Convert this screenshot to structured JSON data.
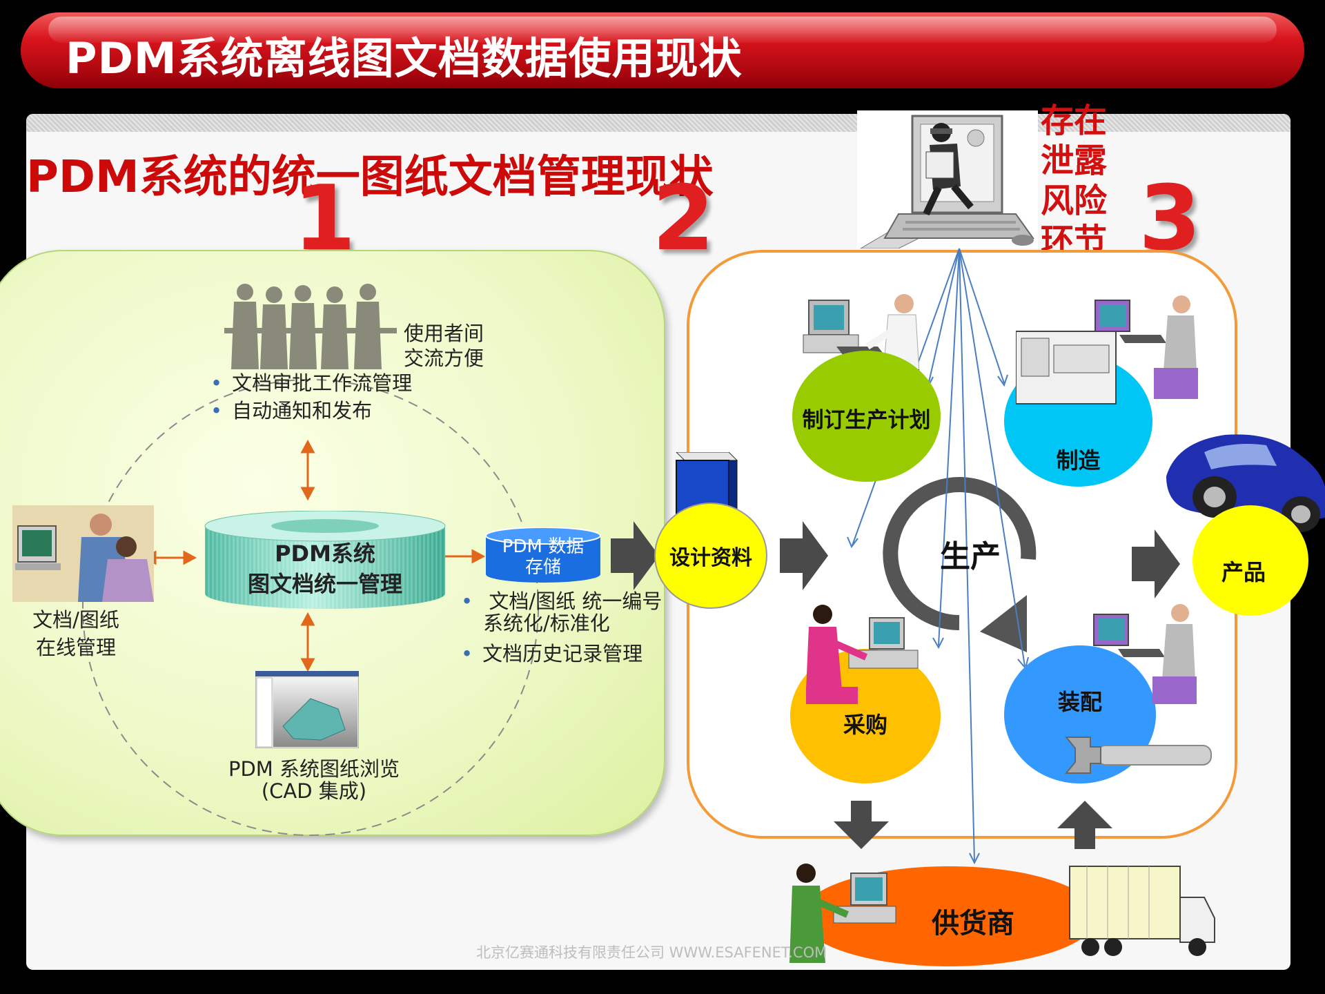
{
  "page_title": "PDM系统离线图文档数据使用现状",
  "subtitle": "PDM系统的统一图纸文档管理现状",
  "risk_text": "存在\n泄露\n风险\n环节",
  "numbers": [
    "1",
    "2",
    "3"
  ],
  "left_panel": {
    "users_text": [
      "使用者间",
      "交流方便"
    ],
    "bullets_top": [
      "文档审批工作流管理",
      "自动通知和发布"
    ],
    "pdm_cylinder": [
      "PDM系统",
      "图文档统一管理"
    ],
    "online_mgmt": [
      "文档/图纸",
      "在线管理"
    ],
    "storage": [
      "PDM 数据",
      "存储"
    ],
    "bullets_right": [
      {
        "lines": [
          "文档/图纸 统一编号",
          "系统化/标准化"
        ]
      },
      {
        "lines": [
          "文档历史记录管理"
        ]
      }
    ],
    "browse": [
      "PDM 系统图纸浏览",
      "(CAD 集成)"
    ]
  },
  "right_panel": {
    "design": "设计资料",
    "plan": "制订生产计划",
    "manufacture": "制造",
    "production": "生产",
    "purchase": "采购",
    "assembly": "装配",
    "product": "产品",
    "supplier": "供货商"
  },
  "footer": "北京亿赛通科技有限责任公司   WWW.ESAFENET.COM",
  "colors": {
    "title_red": "#c4101a",
    "accent_red": "#cc0a0a",
    "plan_green": "#99cc00",
    "manufacture_cyan": "#00c6f5",
    "purchase_yellow": "#ffc000",
    "assembly_blue": "#3399ff",
    "design_yellow": "#ffff00",
    "supplier_orange": "#ff6600",
    "panel_orange": "#f39b3a"
  }
}
